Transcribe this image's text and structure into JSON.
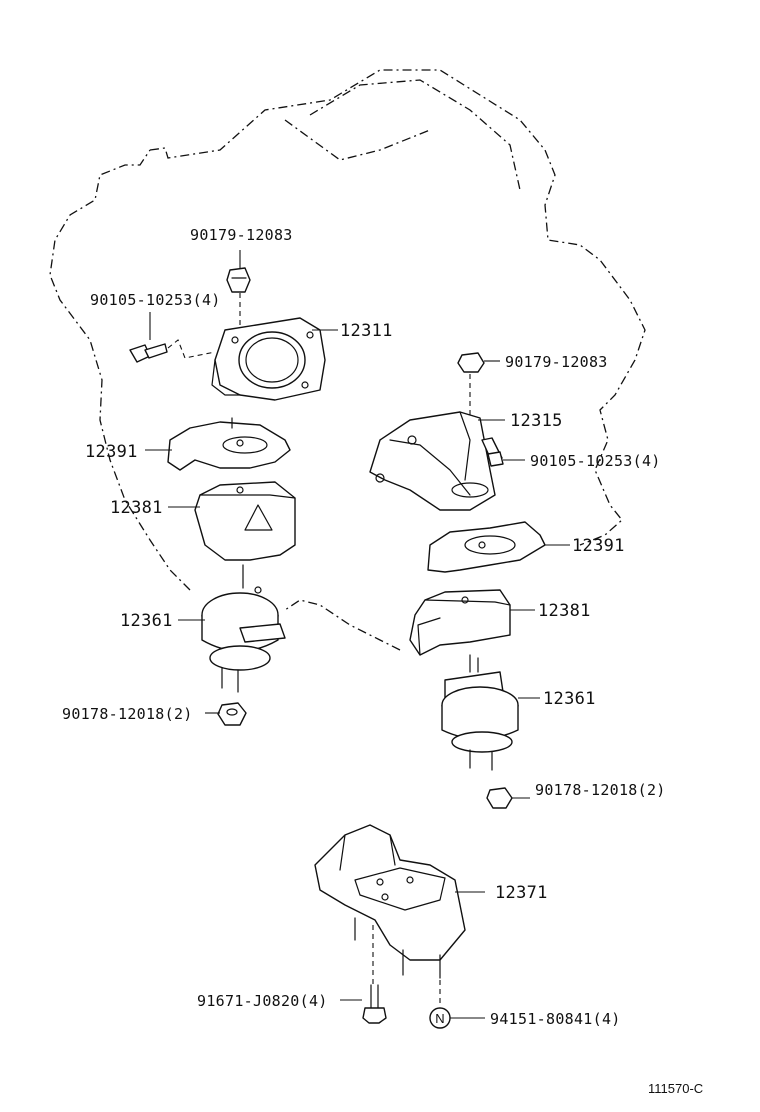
{
  "labels": {
    "nut_top_left": "90179-12083",
    "bolt_left": "90105-10253(4)",
    "bracket_left": "12311",
    "nut_right": "90179-12083",
    "bracket_right": "12315",
    "bolt_right": "90105-10253(4)",
    "insulator_left": "12391",
    "insulator_right": "12391",
    "stopper_left": "12381",
    "stopper_right": "12381",
    "mount_left": "12361",
    "mount_right": "12361",
    "nut_bottom_left": "90178-12018(2)",
    "nut_bottom_right": "90178-12018(2)",
    "rear_mount": "12371",
    "bolt_bottom": "91671-J0820(4)",
    "nut_bottom": "94151-80841(4)",
    "nut_marker": "N",
    "drawing_number": "111570-C"
  }
}
